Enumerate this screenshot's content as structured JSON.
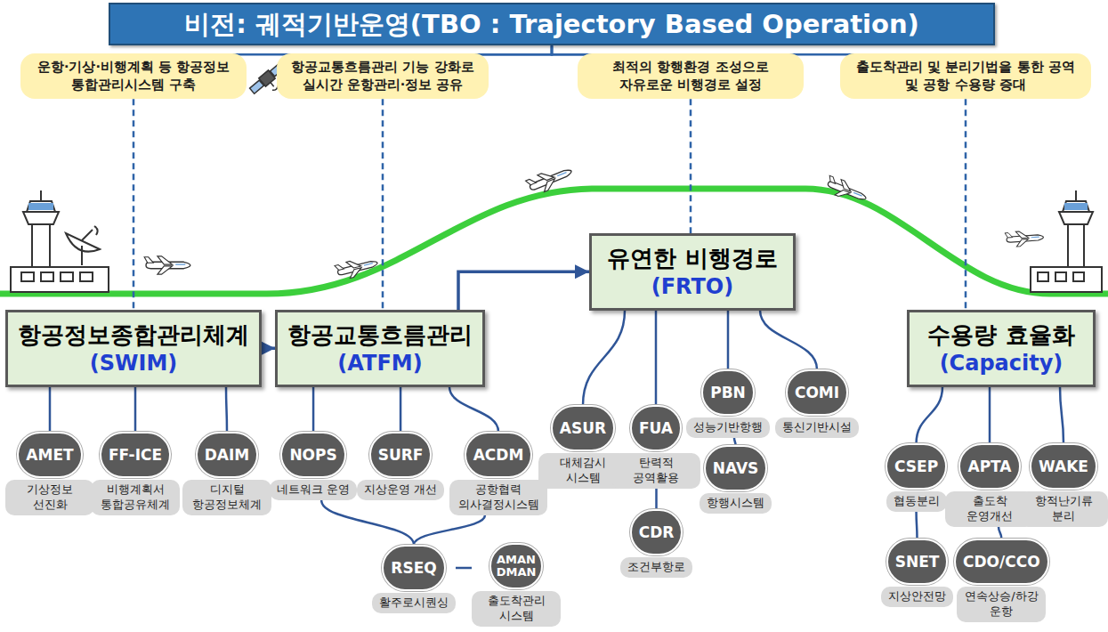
{
  "diagram": {
    "nodes": [
      {
        "text": [
          "비전: 궤적기반운영(TBO : Trajectory Based Operation)"
        ]
      },
      {
        "text": [
          "운항·기상·비행계획 등 항공정보 통합관리시스템 구축"
        ]
      },
      {
        "text": [
          "항공교통흐름관리 기능 강화로 실시간 운항관리·정보 공유"
        ]
      },
      {
        "text": [
          "최적의 항행환경 조성으로 자유로운 비행경로 설정"
        ]
      },
      {
        "text": [
          "출도착관리 및 분리기법을 통한 공역 및 공항 수용량 증대"
        ]
      },
      {
        "text": [
          "항공정보종합관리체계",
          "(SWIM)"
        ]
      },
      {
        "text": [
          "항공교통흐름관리",
          "(ATFM)"
        ]
      },
      {
        "text": [
          "유연한 비행경로",
          "(FRTO)"
        ]
      },
      {
        "text": [
          "수용량 효율화",
          "(Capacity)"
        ]
      },
      {
        "text": [
          "AMET",
          "기상정보 선진화"
        ]
      },
      {
        "text": [
          "FF-ICE",
          "비행계획서 통합공유체계"
        ]
      },
      {
        "text": [
          "DAIM",
          "디지털 항공정보체계"
        ]
      },
      {
        "text": [
          "NOPS",
          "네트워크 운영"
        ]
      },
      {
        "text": [
          "SURF",
          "지상운영 개선"
        ]
      },
      {
        "text": [
          "ACDM",
          "공항협력 의사결정시스템"
        ]
      },
      {
        "text": [
          "RSEQ",
          "활주로시퀀싱"
        ]
      },
      {
        "text": [
          "AMAN DMAN",
          "출도착관리 시스템"
        ]
      },
      {
        "text": [
          "ASUR",
          "대체감시 시스템"
        ]
      },
      {
        "text": [
          "FUA",
          "탄력적 공역활용"
        ]
      },
      {
        "text": [
          "CDR",
          "조건부항로"
        ]
      },
      {
        "text": [
          "PBN",
          "성능기반항행"
        ]
      },
      {
        "text": [
          "NAVS",
          "항행시스템"
        ]
      },
      {
        "text": [
          "COMI",
          "통신기반시설"
        ]
      },
      {
        "text": [
          "CSEP",
          "협동분리"
        ]
      },
      {
        "text": [
          "SNET",
          "지상안전망"
        ]
      },
      {
        "text": [
          "APTA",
          "출도착 운영개선"
        ]
      },
      {
        "text": [
          "CDO/CCO",
          "연속상승/하강 운항"
        ]
      },
      {
        "text": [
          "WAKE",
          "항적난기류 분리"
        ]
      }
    ],
    "edges": [
      {
        "from": 0,
        "to": 1,
        "arrow": "none"
      },
      {
        "from": 0,
        "to": 2,
        "arrow": "none"
      },
      {
        "from": 0,
        "to": 3,
        "arrow": "none"
      },
      {
        "from": 0,
        "to": 4,
        "arrow": "none"
      },
      {
        "from": 1,
        "to": 5,
        "arrow": "none"
      },
      {
        "from": 2,
        "to": 6,
        "arrow": "none"
      },
      {
        "from": 3,
        "to": 7,
        "arrow": "none"
      },
      {
        "from": 4,
        "to": 8,
        "arrow": "none"
      },
      {
        "from": 5,
        "to": 6,
        "arrow": "to"
      },
      {
        "from": 6,
        "to": 7,
        "arrow": "to"
      },
      {
        "from": 5,
        "to": 9,
        "arrow": "none"
      },
      {
        "from": 5,
        "to": 10,
        "arrow": "none"
      },
      {
        "from": 5,
        "to": 11,
        "arrow": "none"
      },
      {
        "from": 6,
        "to": 12,
        "arrow": "none"
      },
      {
        "from": 6,
        "to": 13,
        "arrow": "none"
      },
      {
        "from": 6,
        "to": 14,
        "arrow": "none"
      },
      {
        "from": 12,
        "to": 15,
        "arrow": "none"
      },
      {
        "from": 14,
        "to": 15,
        "arrow": "none"
      },
      {
        "from": 15,
        "to": 16,
        "arrow": "none"
      },
      {
        "from": 7,
        "to": 17,
        "arrow": "none"
      },
      {
        "from": 7,
        "to": 18,
        "arrow": "none"
      },
      {
        "from": 7,
        "to": 20,
        "arrow": "none"
      },
      {
        "from": 7,
        "to": 22,
        "arrow": "none"
      },
      {
        "from": 18,
        "to": 19,
        "arrow": "none"
      },
      {
        "from": 20,
        "to": 21,
        "arrow": "none"
      },
      {
        "from": 8,
        "to": 23,
        "arrow": "none"
      },
      {
        "from": 8,
        "to": 25,
        "arrow": "none"
      },
      {
        "from": 8,
        "to": 27,
        "arrow": "none"
      },
      {
        "from": 23,
        "to": 24,
        "arrow": "none"
      },
      {
        "from": 25,
        "to": 26,
        "arrow": "none"
      }
    ]
  }
}
